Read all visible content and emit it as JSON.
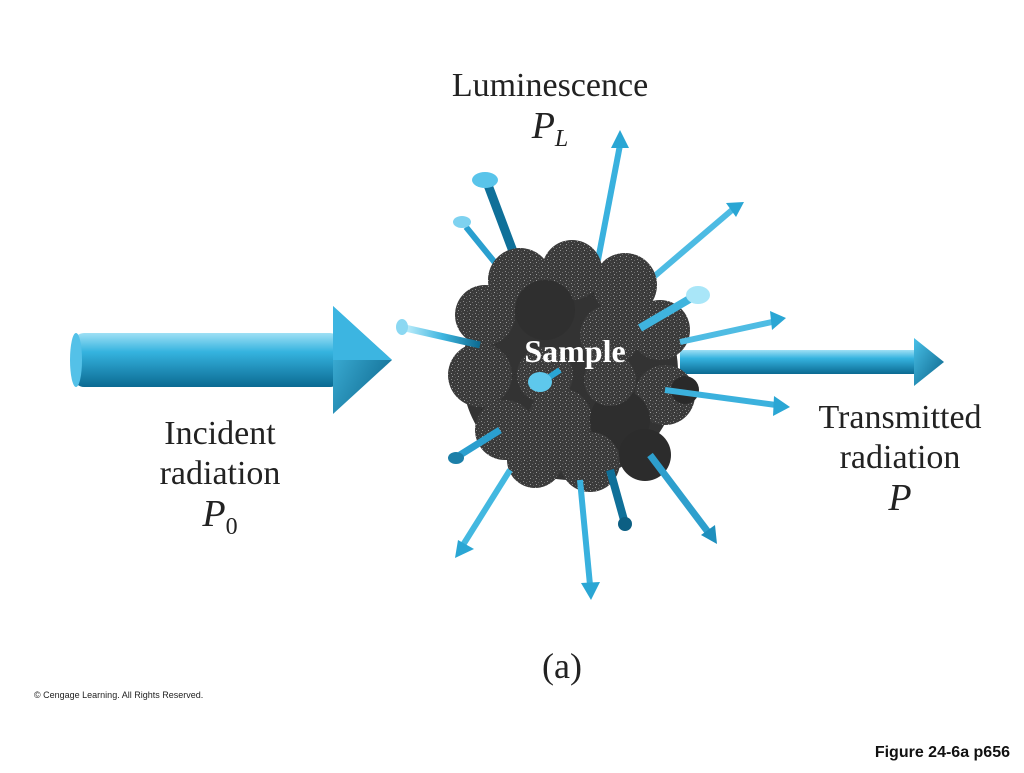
{
  "figure": {
    "luminescence": {
      "title": "Luminescence",
      "symbol": "P",
      "subscript": "L"
    },
    "incident": {
      "line1": "Incident",
      "line2": "radiation",
      "symbol": "P",
      "subscript": "0"
    },
    "transmitted": {
      "line1": "Transmitted",
      "line2": "radiation",
      "symbol": "P"
    },
    "sample_label": "Sample",
    "panel_label": "(a)",
    "colors": {
      "beam": "#2aa6d4",
      "beam_dark": "#0c6f97",
      "beam_light": "#9fe0f5",
      "sample": "#3a3a3a"
    }
  },
  "footer": {
    "copyright": "© Cengage Learning. All Rights Reserved.",
    "figure_ref": "Figure 24-6a p656"
  }
}
